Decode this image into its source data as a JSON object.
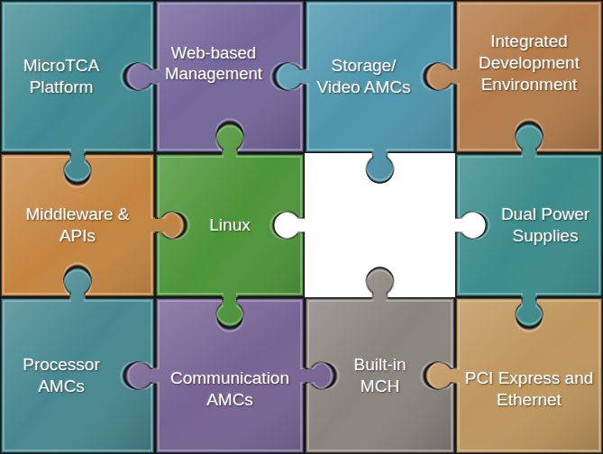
{
  "diagram": {
    "nodes": [
      {
        "text": [
          "MicroTCA Platform"
        ]
      },
      {
        "text": [
          "Web-based Management"
        ]
      },
      {
        "text": [
          "Storage/ Video AMCs"
        ]
      },
      {
        "text": [
          "Integrated Development Environment"
        ]
      },
      {
        "text": [
          "Middleware & APIs"
        ]
      },
      {
        "text": [
          "Linux"
        ]
      },
      {
        "text": [
          "Dual Power Supplies"
        ]
      },
      {
        "text": [
          "Processor AMCs"
        ]
      },
      {
        "text": [
          "Communication AMCs"
        ]
      },
      {
        "text": [
          "Built-in MCH"
        ]
      },
      {
        "text": [
          "PCI Express and Ethernet"
        ]
      }
    ]
  }
}
